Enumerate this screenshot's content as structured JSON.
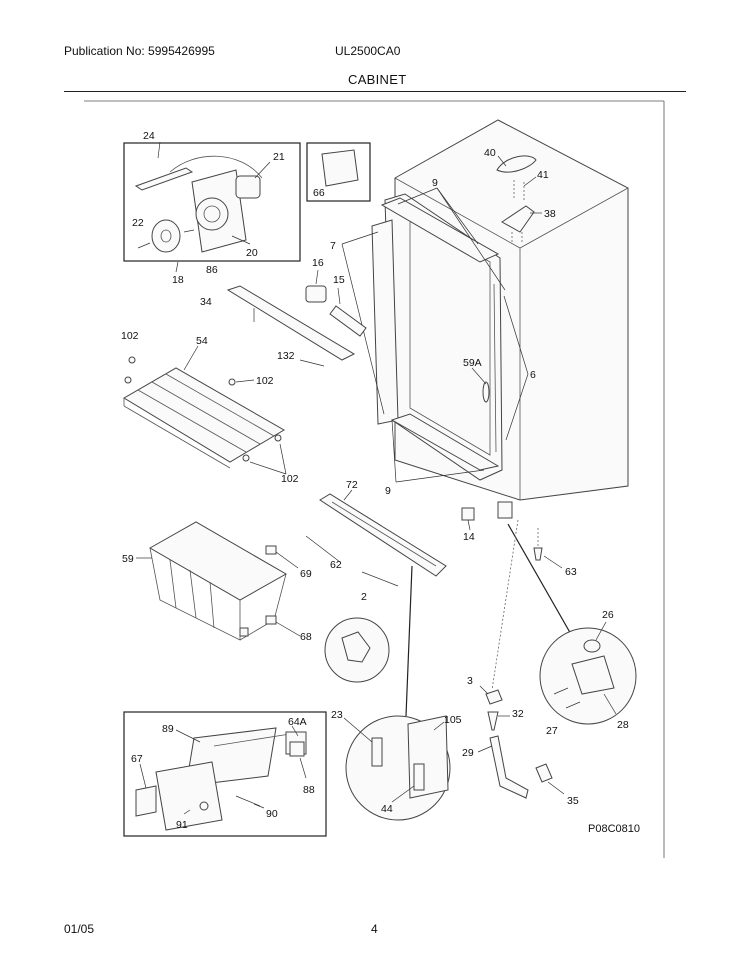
{
  "header": {
    "publication": "Publication No: 5995426995",
    "model": "UL2500CA0",
    "section": "CABINET"
  },
  "footer": {
    "date": "01/05",
    "page": "4"
  },
  "diagram_code": "P08C0810",
  "part_labels": {
    "p24": "24",
    "p21": "21",
    "p22": "22",
    "p20": "20",
    "p86": "86",
    "p18": "18",
    "p66": "66",
    "p40": "40",
    "p9a": "9",
    "p41": "41",
    "p38": "38",
    "p7": "7",
    "p16": "16",
    "p15": "15",
    "p34": "34",
    "p102a": "102",
    "p54": "54",
    "p132": "132",
    "p102b": "102",
    "p59a": "59A",
    "p6": "6",
    "p102c": "102",
    "p9b": "9",
    "p72": "72",
    "p14": "14",
    "p59": "59",
    "p62": "62",
    "p69": "69",
    "p63": "63",
    "p2": "2",
    "p68": "68",
    "p26": "26",
    "p3": "3",
    "p23": "23",
    "p105": "105",
    "p32": "32",
    "p28": "28",
    "p27": "27",
    "p29": "29",
    "p64a": "64A",
    "p89": "89",
    "p67": "67",
    "p88": "88",
    "p44": "44",
    "p35": "35",
    "p90": "90",
    "p91": "91"
  }
}
